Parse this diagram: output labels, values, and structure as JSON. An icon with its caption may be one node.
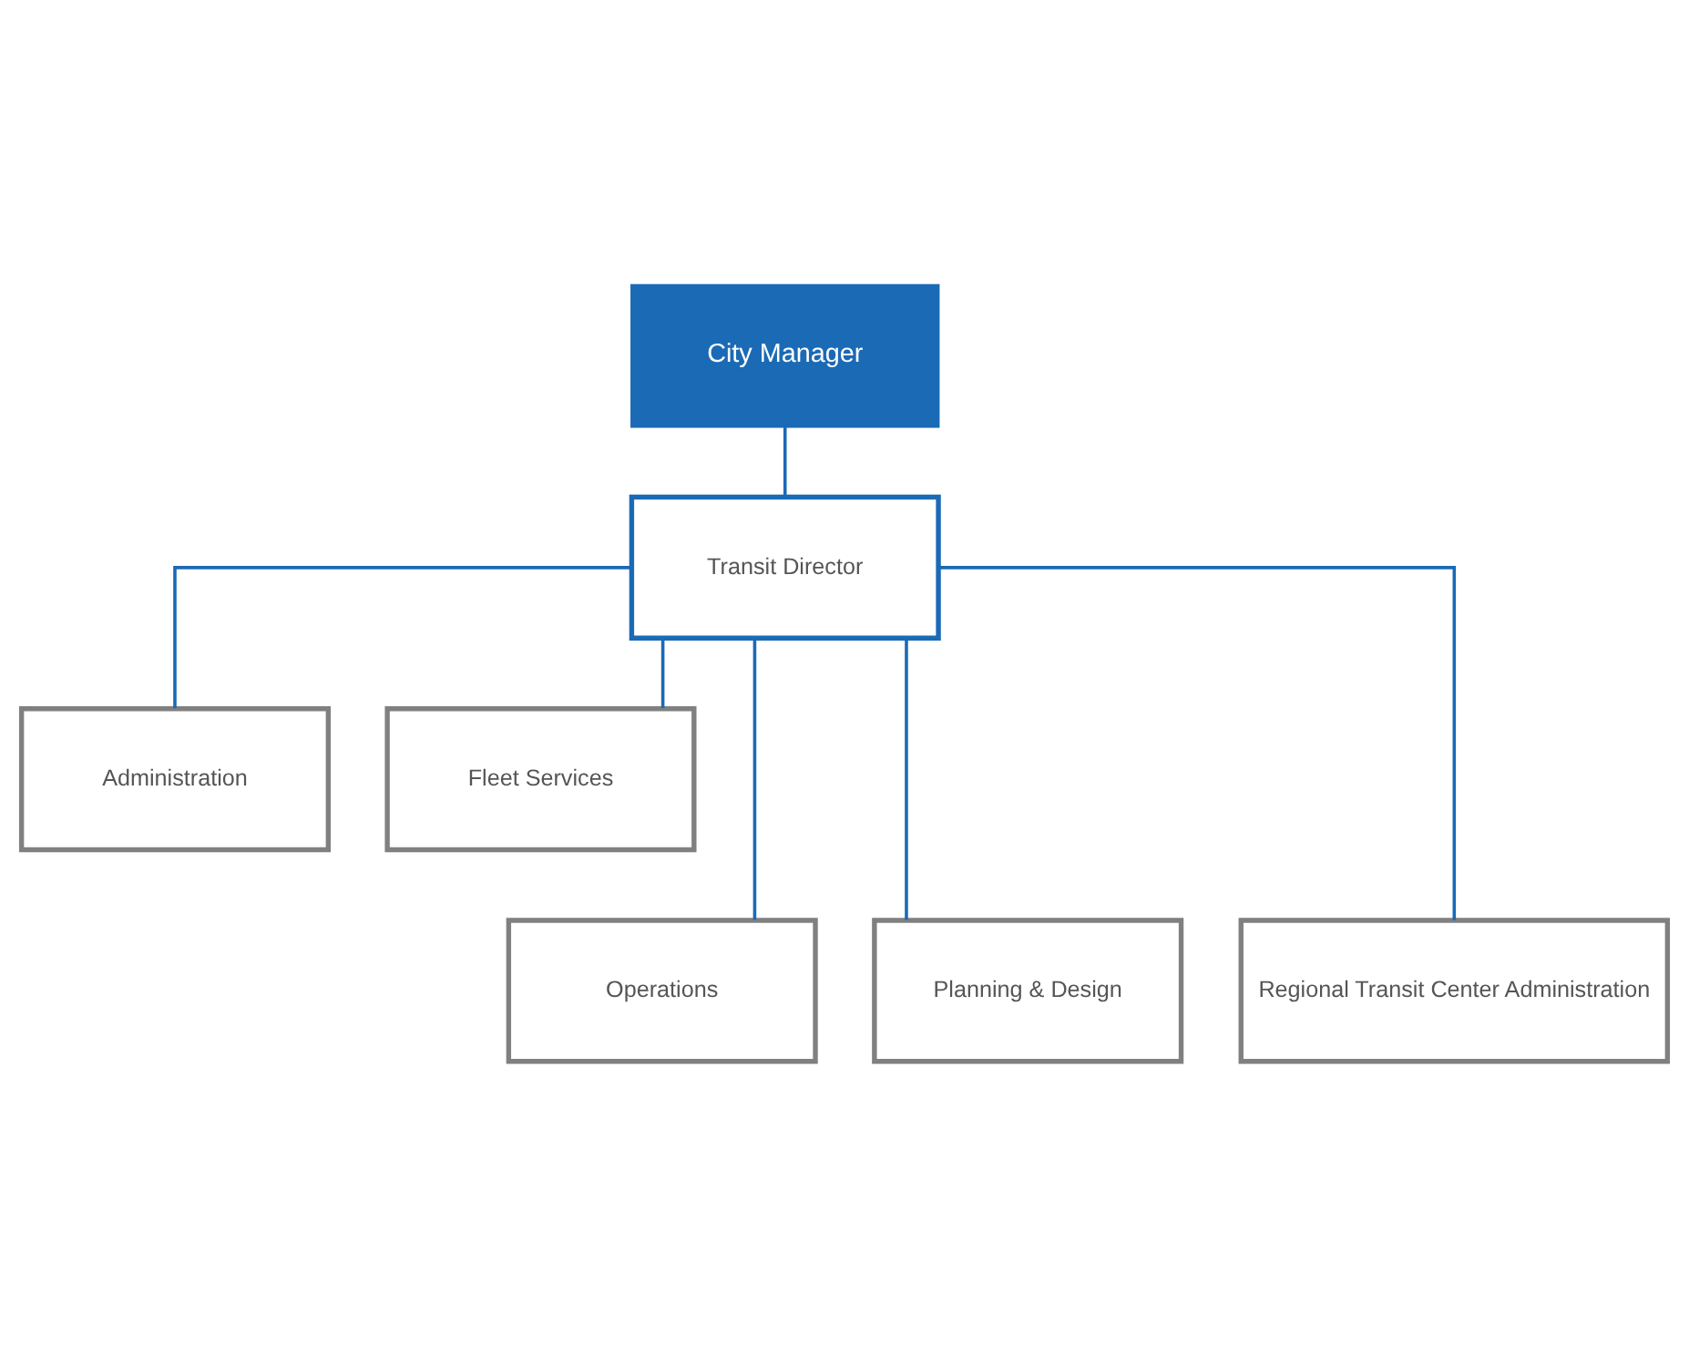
{
  "diagram": {
    "nodes": [
      {
        "text": [
          "City Manager"
        ]
      },
      {
        "text": [
          "Transit Director"
        ]
      },
      {
        "text": [
          "Administration"
        ]
      },
      {
        "text": [
          "Fleet Services"
        ]
      },
      {
        "text": [
          "Operations"
        ]
      },
      {
        "text": [
          "Planning & Design"
        ]
      },
      {
        "text": [
          "Regional Transit Center Administration"
        ]
      }
    ],
    "edges": [
      {
        "from": 0,
        "to": 1,
        "arrow": "none"
      },
      {
        "from": 1,
        "to": 2,
        "arrow": "none"
      },
      {
        "from": 1,
        "to": 3,
        "arrow": "none"
      },
      {
        "from": 1,
        "to": 4,
        "arrow": "none"
      },
      {
        "from": 1,
        "to": 5,
        "arrow": "none"
      },
      {
        "from": 1,
        "to": 6,
        "arrow": "none"
      }
    ]
  }
}
